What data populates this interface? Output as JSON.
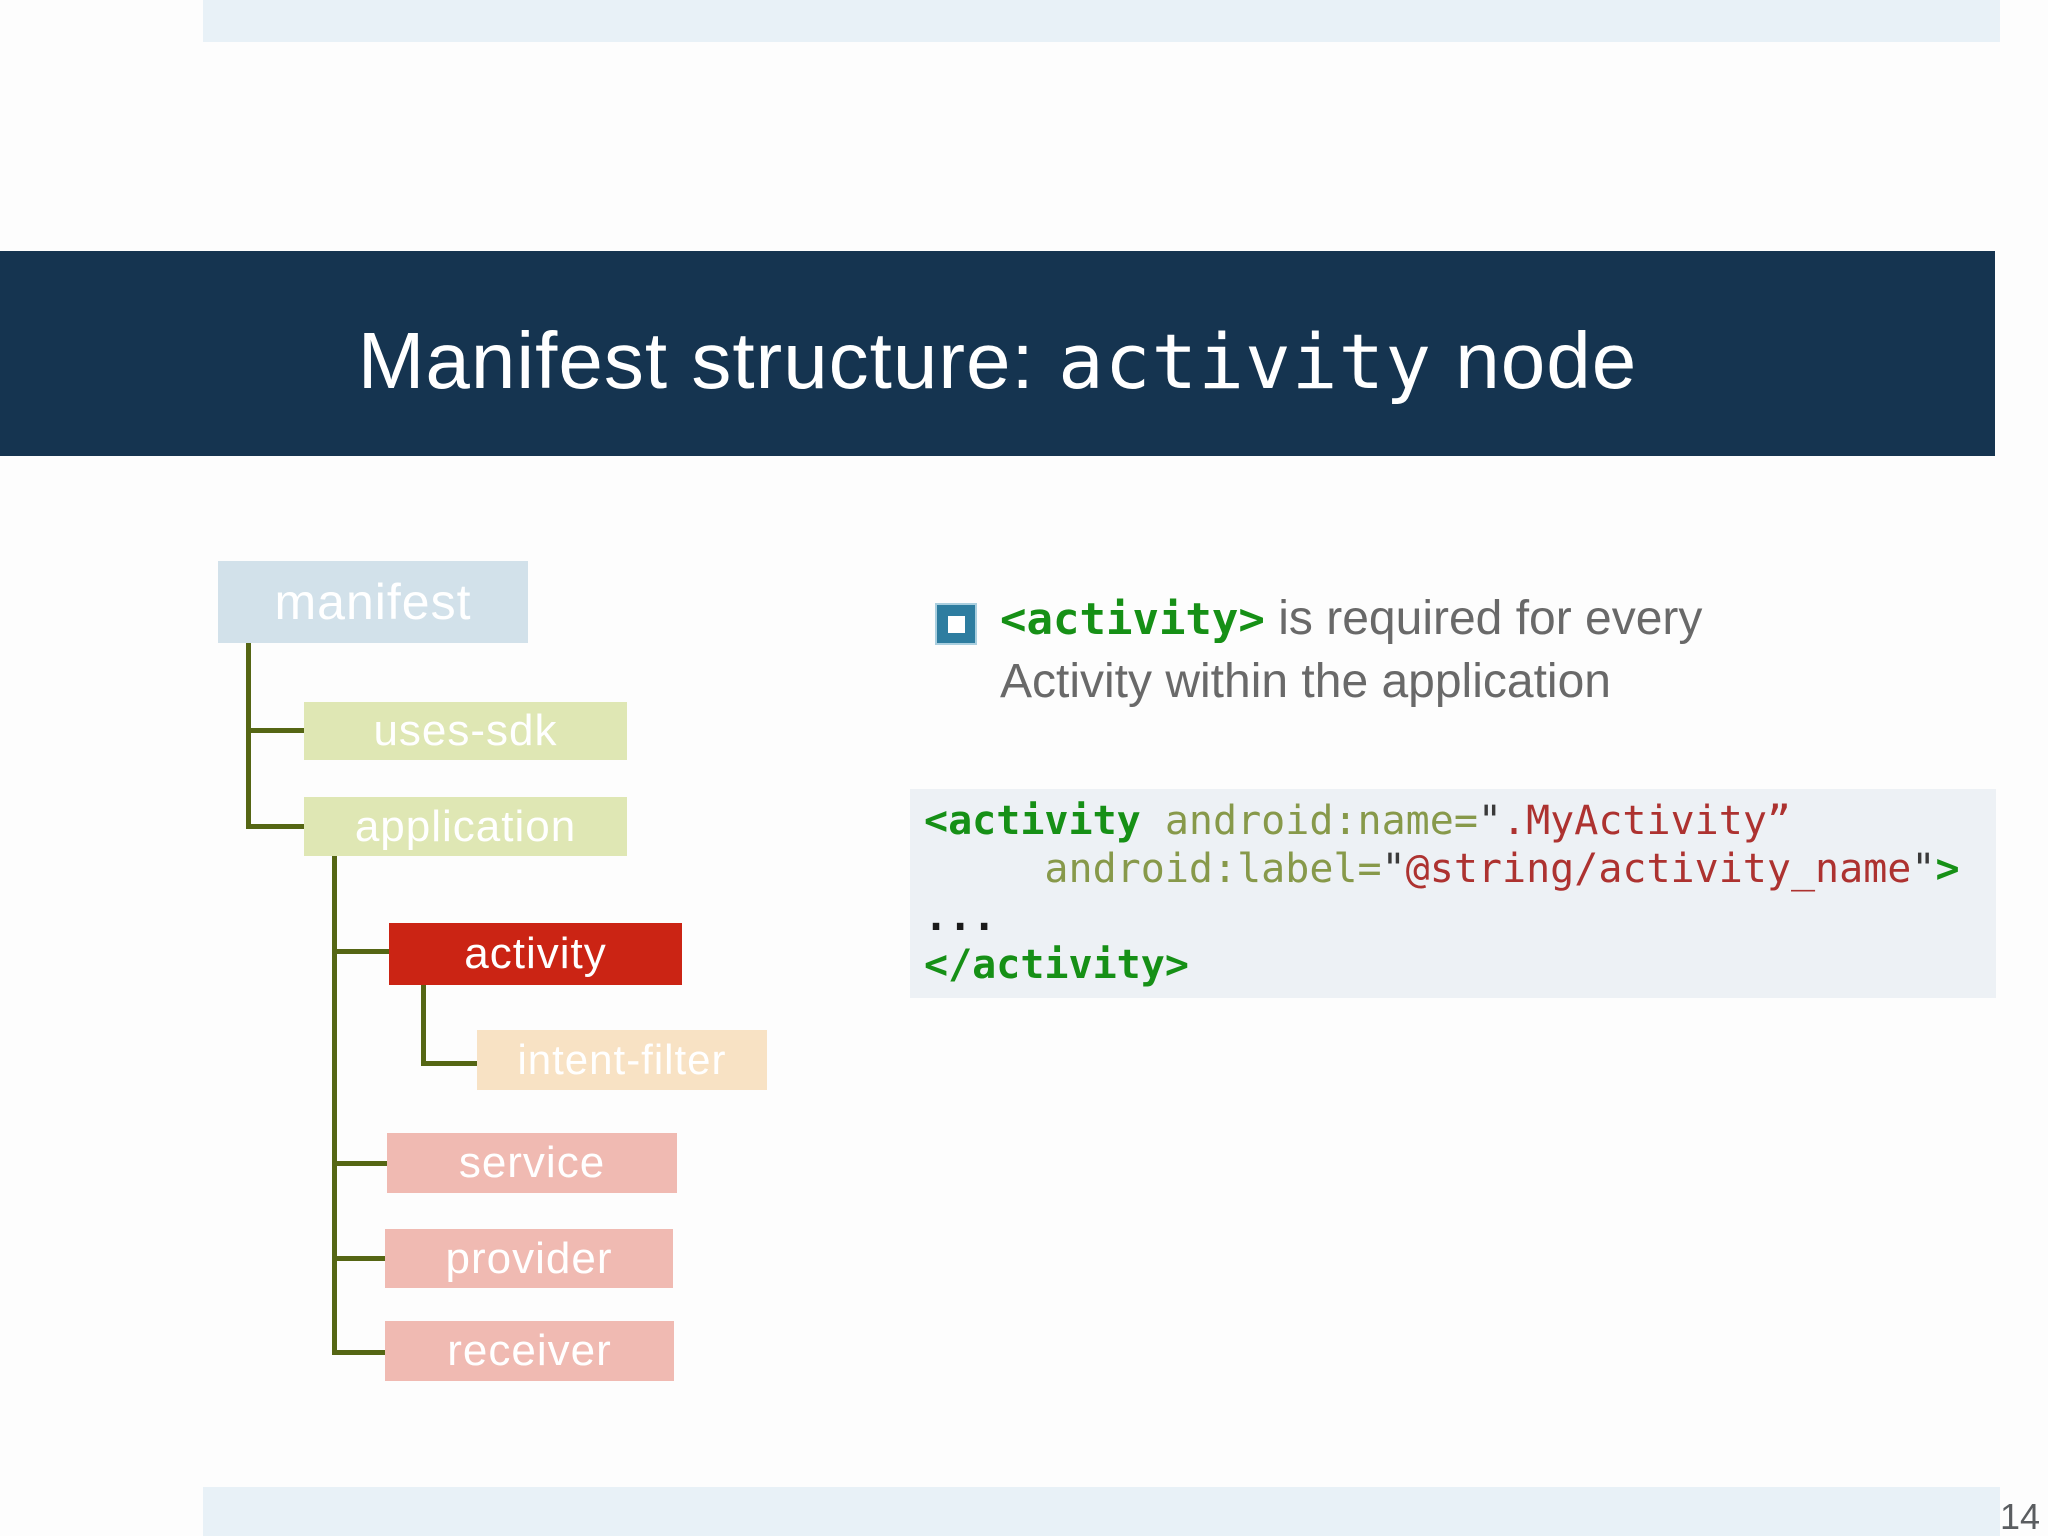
{
  "title": {
    "prefix": "Manifest structure: ",
    "code": "activity",
    "suffix": " node"
  },
  "tree": {
    "nodes": [
      {
        "key": "manifest",
        "label": "manifest"
      },
      {
        "key": "uses-sdk",
        "label": "uses-sdk"
      },
      {
        "key": "application",
        "label": "application"
      },
      {
        "key": "activity",
        "label": "activity"
      },
      {
        "key": "intent-filter",
        "label": "intent-filter"
      },
      {
        "key": "service",
        "label": "service"
      },
      {
        "key": "provider",
        "label": "provider"
      },
      {
        "key": "receiver",
        "label": "receiver"
      }
    ]
  },
  "bullet": {
    "code": "<activity>",
    "text_after": " is required for every",
    "text_line2": "Activity within the application"
  },
  "code_block": {
    "lines": [
      [
        {
          "c": "tag",
          "v": "<activity"
        },
        {
          "c": "attr",
          "v": " android:name="
        },
        {
          "c": "q",
          "v": "\""
        },
        {
          "c": "str",
          "v": ".MyActivity”"
        }
      ],
      [
        {
          "c": "attr",
          "v": "     android:label="
        },
        {
          "c": "q",
          "v": "\""
        },
        {
          "c": "str",
          "v": "@string/activity_name"
        },
        {
          "c": "q",
          "v": "\""
        },
        {
          "c": "tag",
          "v": ">"
        }
      ],
      [
        {
          "c": "plain",
          "v": "..."
        }
      ],
      [
        {
          "c": "tag",
          "v": "</activity>"
        }
      ]
    ]
  },
  "footer": {
    "page_number": "14"
  },
  "colors": {
    "title_band": "#153450",
    "strip": "#e8f1f7",
    "manifest_box": "#d2e1ea",
    "green_box": "#dfe7b4",
    "activity_box": "#cb2414",
    "intent_filter_box": "#f8e2c4",
    "pink_box": "#f0bab2",
    "connector": "#556614",
    "bullet_marker": "#2e7da0",
    "body_text": "#696969",
    "code_bg": "#edf1f5",
    "code_tag_green": "#169016",
    "code_attr_olive": "#87994a",
    "code_string_red": "#ad3230"
  }
}
